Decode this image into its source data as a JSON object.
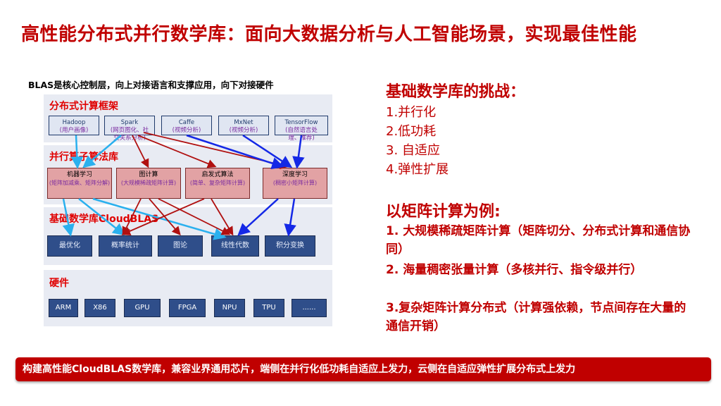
{
  "title": "高性能分布式并行数学库：面向大数据分析与人工智能场景，实现最佳性能",
  "diagram": {
    "caption": "BLAS是核心控制层，向上对接语言和支撑应用，向下对接硬件",
    "layers": {
      "framework": "分布式计算框架",
      "algorithm": "并行算子算法库",
      "library": "基础数学库CloudBLAS",
      "hardware": "硬件"
    },
    "frameworks": [
      {
        "name": "Hadoop",
        "sub": "(用户画像)"
      },
      {
        "name": "Spark",
        "sub": "(网页图化、社交关系分析)"
      },
      {
        "name": "Caffe",
        "sub": "(视频分析)"
      },
      {
        "name": "MxNet",
        "sub": "(视频分析)"
      },
      {
        "name": "TensorFlow",
        "sub": "(自然语言处理、推荐)"
      }
    ],
    "algorithms": [
      {
        "name": "机器学习",
        "sub": "(矩阵加减乘、矩阵分解)"
      },
      {
        "name": "图计算",
        "sub": "(大规模稀疏矩阵计算)"
      },
      {
        "name": "启发式算法",
        "sub": "(简单、复杂矩阵计算)"
      },
      {
        "name": "深度学习",
        "sub": "(稠密小矩阵计算)"
      }
    ],
    "libraries": [
      "最优化",
      "概率统计",
      "图论",
      "线性代数",
      "积分变换"
    ],
    "hardware": [
      "ARM",
      "X86",
      "GPU",
      "FPGA",
      "NPU",
      "TPU",
      "......"
    ],
    "colors": {
      "blue_arrow": "#1428e6",
      "cyan_arrow": "#2ab0ee",
      "red_arrow": "#b01010"
    }
  },
  "challenges": {
    "title": "基础数学库的挑战：",
    "items": [
      "1.并行化",
      "2.低功耗",
      "3. 自适应",
      "4.弹性扩展"
    ]
  },
  "example": {
    "title": "以矩阵计算为例:",
    "items": [
      "1. 大规模稀疏矩阵计算（矩阵切分、分布式计算和通信协同）",
      "2. 海量稠密张量计算（多核并行、指令级并行）",
      "3.复杂矩阵计算分布式（计算强依赖，节点间存在大量的通信开销）"
    ]
  },
  "banner": "构建高性能CloudBLAS数学库，兼容业界通用芯片，端侧在并行化低功耗自适应上发力，云侧在自适应弹性扩展分布式上发力"
}
